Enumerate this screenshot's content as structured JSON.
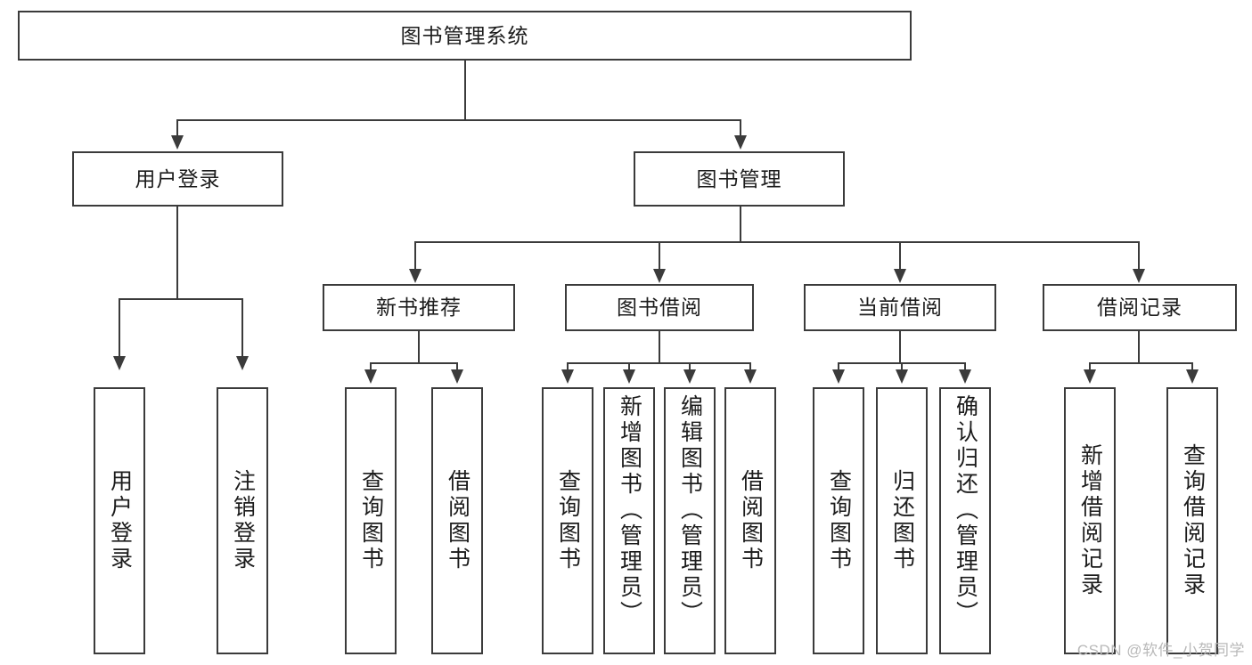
{
  "diagram": {
    "type": "tree-hierarchy",
    "title": "图书管理系统",
    "root": {
      "label": "图书管理系统"
    },
    "level2": [
      {
        "id": "user-login",
        "label": "用户登录"
      },
      {
        "id": "book-management",
        "label": "图书管理"
      }
    ],
    "level3": [
      {
        "id": "new-book-recommend",
        "label": "新书推荐",
        "parent": "book-management"
      },
      {
        "id": "book-borrow",
        "label": "图书借阅",
        "parent": "book-management"
      },
      {
        "id": "current-borrow",
        "label": "当前借阅",
        "parent": "book-management"
      },
      {
        "id": "borrow-record",
        "label": "借阅记录",
        "parent": "book-management"
      }
    ],
    "leaves": [
      {
        "id": "leaf-user-login",
        "label": "用户登录",
        "parent": "user-login"
      },
      {
        "id": "leaf-logout",
        "label": "注销登录",
        "parent": "user-login"
      },
      {
        "id": "leaf-query-book-1",
        "label": "查询图书",
        "parent": "new-book-recommend"
      },
      {
        "id": "leaf-borrow-book-1",
        "label": "借阅图书",
        "parent": "new-book-recommend"
      },
      {
        "id": "leaf-query-book-2",
        "label": "查询图书",
        "parent": "book-borrow"
      },
      {
        "id": "leaf-add-book",
        "label": "新增图书（管理员）",
        "parent": "book-borrow"
      },
      {
        "id": "leaf-edit-book",
        "label": "编辑图书（管理员）",
        "parent": "book-borrow"
      },
      {
        "id": "leaf-borrow-book-2",
        "label": "借阅图书",
        "parent": "book-borrow"
      },
      {
        "id": "leaf-query-book-3",
        "label": "查询图书",
        "parent": "current-borrow"
      },
      {
        "id": "leaf-return-book",
        "label": "归还图书",
        "parent": "current-borrow"
      },
      {
        "id": "leaf-confirm-return",
        "label": "确认归还（管理员）",
        "parent": "current-borrow"
      },
      {
        "id": "leaf-add-record",
        "label": "新增借阅记录",
        "parent": "borrow-record"
      },
      {
        "id": "leaf-query-record",
        "label": "查询借阅记录",
        "parent": "borrow-record"
      }
    ],
    "watermark": "CSDN @软件_小贺同学",
    "colors": {
      "stroke": "#3b3b3b",
      "fill": "#ffffff",
      "text": "#1c1c1c",
      "watermark": "#b9b9b9"
    }
  }
}
